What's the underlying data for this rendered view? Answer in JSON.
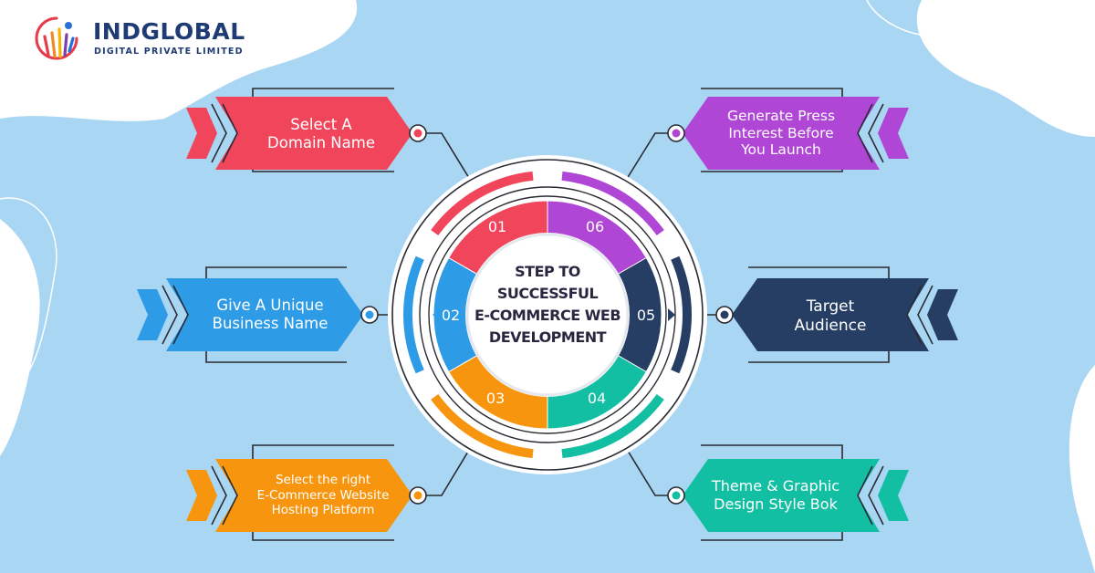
{
  "brand": {
    "name": "INDGLOBAL",
    "subtitle": "DIGITAL PRIVATE LIMITED"
  },
  "center": {
    "line1": "STEP TO",
    "line2": "SUCCESSFUL",
    "line3": "E-COMMERCE  WEB",
    "line4": "DEVELOPMENT"
  },
  "colors": {
    "background": "#a9d6f3",
    "step01": "#f0455a",
    "step02": "#2d9be6",
    "step03": "#f7950f",
    "step04": "#13bfa3",
    "step05": "#263e63",
    "step06": "#b046d6"
  },
  "steps": [
    {
      "number": "01",
      "lines": [
        "Select A",
        "Domain Name"
      ]
    },
    {
      "number": "02",
      "lines": [
        "Give A Unique",
        "Business Name"
      ]
    },
    {
      "number": "03",
      "lines": [
        "Select the right",
        "E-Commerce Website",
        "Hosting Platform"
      ]
    },
    {
      "number": "04",
      "lines": [
        "Theme & Graphic",
        "Design Style Bok"
      ]
    },
    {
      "number": "05",
      "lines": [
        "Target",
        "Audience"
      ]
    },
    {
      "number": "06",
      "lines": [
        "Generate Press",
        "Interest Before",
        "You Launch"
      ]
    }
  ]
}
